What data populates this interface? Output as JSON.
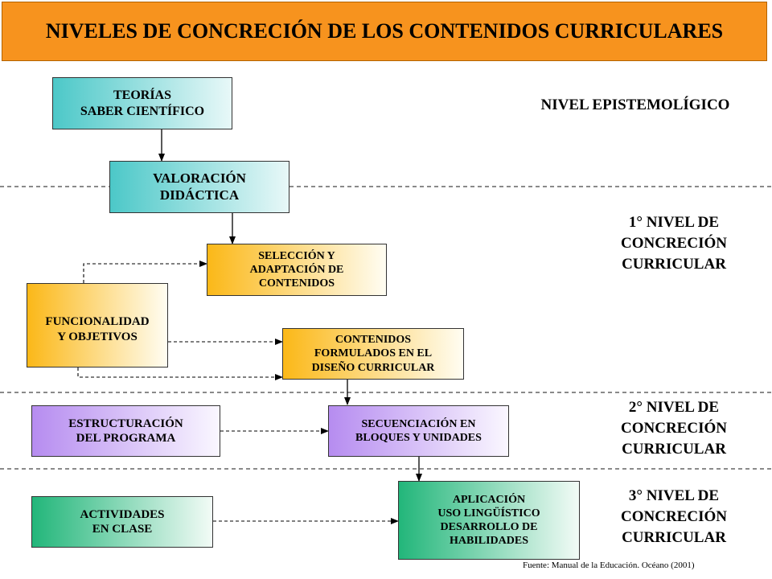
{
  "title": "NIVELES DE CONCRECIÓN DE LOS CONTENIDOS CURRICULARES",
  "boxes": {
    "teorias": [
      "TEORÍAS",
      "SABER CIENTÍFICO"
    ],
    "valoracion": [
      "VALORACIÓN",
      "DIDÁCTICA"
    ],
    "seleccion": [
      "SELECCIÓN Y",
      "ADAPTACIÓN DE",
      "CONTENIDOS"
    ],
    "funcionalidad": [
      "FUNCIONALIDAD",
      "Y OBJETIVOS"
    ],
    "contenidos": [
      "CONTENIDOS",
      "FORMULADOS EN EL",
      "DISEÑO CURRICULAR"
    ],
    "estructuracion": [
      "ESTRUCTURACIÓN",
      "DEL PROGRAMA"
    ],
    "secuenciacion": [
      "SECUENCIACIÓN EN",
      "BLOQUES Y UNIDADES"
    ],
    "actividades": [
      "ACTIVIDADES",
      "EN CLASE"
    ],
    "aplicacion": [
      "APLICACIÓN",
      "USO LINGÜÍSTICO",
      "DESARROLLO DE",
      "HABILIDADES"
    ]
  },
  "levels": {
    "epistemologico": [
      "NIVEL EPISTEMOLÍGICO"
    ],
    "nivel1": [
      "1° NIVEL DE",
      "CONCRECIÓN",
      "CURRICULAR"
    ],
    "nivel2": [
      "2° NIVEL DE",
      "CONCRECIÓN",
      "CURRICULAR"
    ],
    "nivel3": [
      "3° NIVEL DE",
      "CONCRECIÓN",
      "CURRICULAR"
    ]
  },
  "source": "Fuente: Manual de la Educación. Océano  (2001)"
}
